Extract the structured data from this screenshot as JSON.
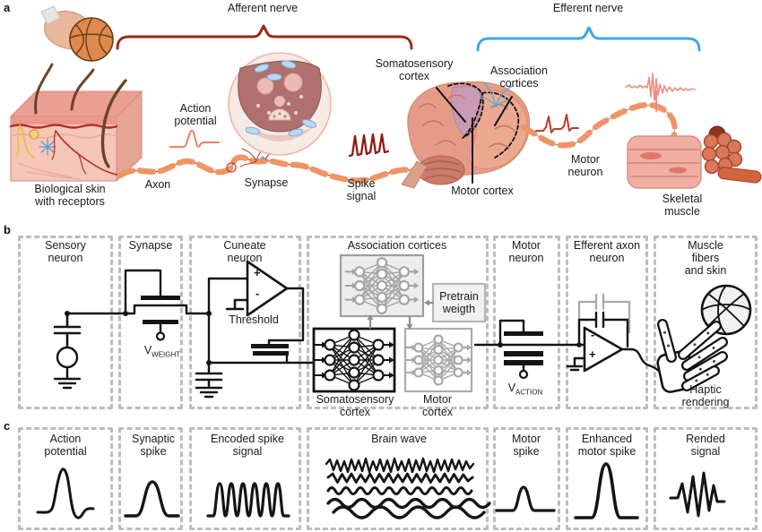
{
  "panel_labels": {
    "a": "a",
    "b": "b",
    "c": "c"
  },
  "panel_a": {
    "braces": {
      "afferent": "Afferent nerve",
      "efferent": "Efferent nerve"
    },
    "labels": {
      "somatosensory_cortex": "Somatosensory\ncortex",
      "association_cortices": "Association\ncortices",
      "action_potential": "Action\npotential",
      "axon": "Axon",
      "synapse": "Synapse",
      "spike_signal": "Spike\nsignal",
      "motor_cortex": "Motor cortex",
      "motor_neuron": "Motor\nneuron",
      "biological_skin": "Biological skin\nwith receptors",
      "skeletal_muscle": "Skeletal\nmuscle"
    },
    "colors": {
      "afferent_brace": "#9b2915",
      "efferent_brace": "#3ea6e8",
      "action_potential_wave": "#f08064",
      "spike_signal_wave": "#8e1a10",
      "motor_spike_wave": "#c23b28",
      "emg_wave": "#f28b80",
      "myelin": "#ef9465"
    }
  },
  "panel_b": {
    "boxes": [
      {
        "label": "Sensory\nneuron"
      },
      {
        "label": "Synapse"
      },
      {
        "label": "Cuneate\nneuron"
      },
      {
        "label": "Association cortices"
      },
      {
        "label": "Motor\nneuron"
      },
      {
        "label": "Efferent axon\nneuron"
      },
      {
        "label": "Muscle fibers\nand skin"
      }
    ],
    "threshold": "Threshold",
    "pretrain_weight": "Pretrain\nweigth",
    "somatosensory_cortex": "Somatosensory\ncortex",
    "motor_cortex": "Motor\ncortex",
    "haptic_rendering": "Haptic\nrendering",
    "v_weight": {
      "base": "V",
      "sub": "WEIGHT"
    },
    "v_action": {
      "base": "V",
      "sub": "ACTION"
    },
    "opamp": {
      "plus": "+",
      "minus": "-"
    }
  },
  "panel_c": {
    "boxes": [
      {
        "label": "Action\npotential"
      },
      {
        "label": "Synaptic\nspike"
      },
      {
        "label": "Encoded spike\nsignal"
      },
      {
        "label": "Brain wave"
      },
      {
        "label": "Motor\nspike"
      },
      {
        "label": "Enhanced\nmotor spike"
      },
      {
        "label": "Rended\nsignal"
      }
    ]
  }
}
